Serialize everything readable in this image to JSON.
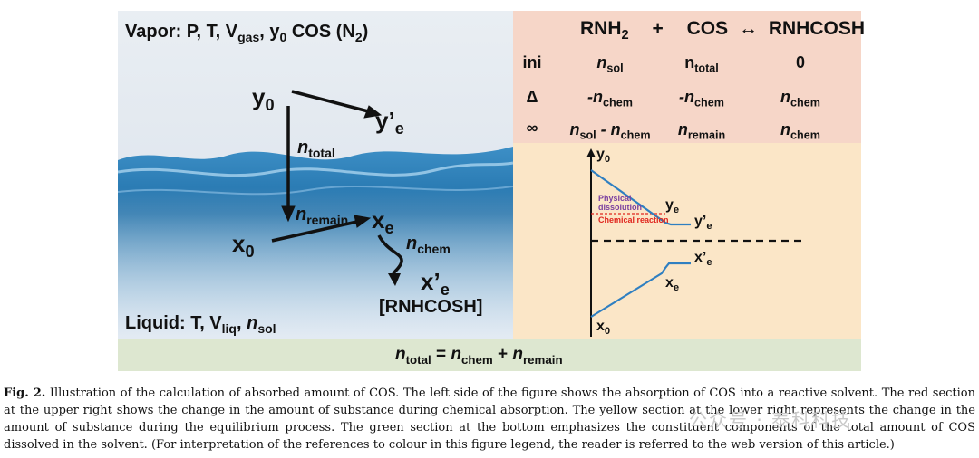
{
  "left": {
    "vapor_label": "Vapor: P, T, V",
    "vapor_gas_sub": "gas",
    "vapor_rest": ", y",
    "vapor_zero_sub": "0",
    "vapor_tail": " COS (N",
    "vapor_n2_sub": "2",
    "vapor_close": ")",
    "y0": "y",
    "y0_sub": "0",
    "ye_prime": "y’",
    "ye_prime_sub": "e",
    "n": "n",
    "total_sub": "total",
    "remain_sub": "remain",
    "chem_sub": "chem",
    "x0": "x",
    "x0_sub": "0",
    "xe": "x",
    "xe_sub": "e",
    "xe_prime": "x’",
    "xe_prime_sub": "e",
    "product": "[RNHCOSH]",
    "liquid_label": "Liquid: T, V",
    "liquid_sub": "liq",
    "liquid_tail": ", ",
    "liquid_n": "n",
    "liquid_sol_sub": "sol"
  },
  "table": {
    "reactant1": "RNH",
    "reactant1_sub": "2",
    "plus": "+",
    "reactant2": "COS",
    "arrow": "↔",
    "product": "RNHCOSH",
    "rows": [
      {
        "label": "ini",
        "c1": "n",
        "c1_sub": "sol",
        "c1_italic": true,
        "c2": "n",
        "c2_sub": "total",
        "c2_italic": false,
        "c3": "0",
        "c3_sub": "",
        "c3_italic": false
      },
      {
        "label": "Δ",
        "c1": "-n",
        "c1_sub": "chem",
        "c1_italic": true,
        "c2": "-n",
        "c2_sub": "chem",
        "c2_italic": true,
        "c3": "n",
        "c3_sub": "chem",
        "c3_italic": true
      },
      {
        "label": "∞",
        "c1": "n",
        "c1_sub": "sol",
        "c1_extra": " - n",
        "c1_extra_sub": "chem",
        "c1_italic": true,
        "c2": "n",
        "c2_sub": "remain",
        "c2_italic": true,
        "c3": "n",
        "c3_sub": "chem",
        "c3_italic": true
      }
    ]
  },
  "plot": {
    "y0": "y",
    "y0_sub": "0",
    "ye": "y",
    "ye_sub": "e",
    "ye_prime": "y’",
    "ye_prime_sub": "e",
    "xe_prime": "x’",
    "xe_prime_sub": "e",
    "xe": "x",
    "xe_sub": "e",
    "x0": "x",
    "x0_sub": "0",
    "physical_line1": "Physical",
    "physical_line2": "dissolution",
    "chemical": "Chemical reaction",
    "colors": {
      "curve": "#2f7fc1",
      "physical": "#7a3fa0",
      "chemical": "#e0261e"
    }
  },
  "bottom": {
    "n1": "n",
    "total_sub": "total",
    "eq": " = ",
    "n2": "n",
    "chem_sub": "chem",
    "plus": " + ",
    "n3": "n",
    "remain_sub": "remain"
  },
  "caption": {
    "label": "Fig. 2.",
    "text": "Illustration of the calculation of absorbed amount of COS. The left side of the figure shows the absorption of COS into a reactive solvent. The red section at the upper right shows the change in the amount of substance during chemical absorption. The yellow section at the lower right represents the change in the amount of substance during the equilibrium process. The green section at the bottom emphasizes the constituent components of the total amount of COS dissolved in the solvent. (For interpretation of the references to colour in this figure legend, the reader is referred to the web version of this article.)"
  },
  "watermark": "公众号 · 泰科科技"
}
